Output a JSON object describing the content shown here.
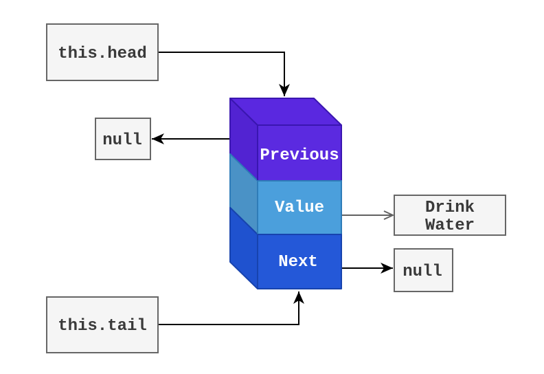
{
  "diagram": {
    "pointers": {
      "head_label": "this.head",
      "tail_label": "this.tail"
    },
    "node": {
      "previous_label": "Previous",
      "value_label": "Value",
      "next_label": "Next"
    },
    "references": {
      "previous_target": "null",
      "next_target": "null",
      "value_line1": "Drink",
      "value_line2": "Water"
    },
    "colors": {
      "previous_front": "#5b2ae0",
      "previous_side": "#5223d2",
      "previous_top": "#5a28e0",
      "previous_stroke": "#3a16b0",
      "value_front": "#4b9fdc",
      "value_side": "#4a92c6",
      "value_stroke": "#2e7cb8",
      "next_front": "#2458d8",
      "next_side": "#1f52cf",
      "next_stroke": "#1743ae",
      "label_box_bg": "#f5f5f5",
      "label_box_border": "#666666",
      "label_text": "#3a3a3a",
      "arrow_black": "#000000",
      "arrow_gray": "#616161",
      "canvas_bg": "#ffffff"
    }
  }
}
